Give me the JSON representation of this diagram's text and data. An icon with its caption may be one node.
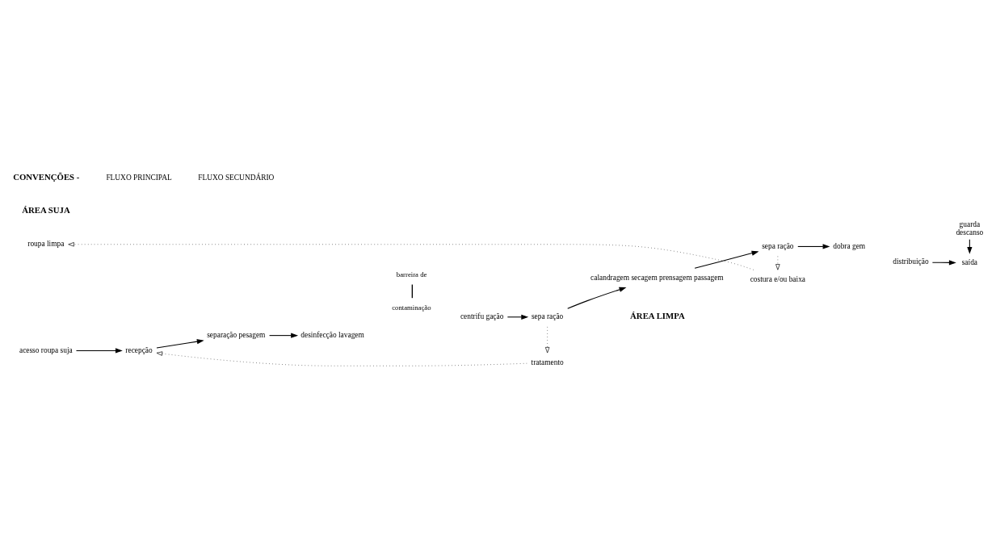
{
  "diagram": {
    "nodes": [
      {
        "text": [
          "roupa limpa"
        ]
      },
      {
        "text": [
          "acesso roupa suja"
        ]
      },
      {
        "text": [
          "recepção"
        ]
      },
      {
        "text": [
          "separação pesagem"
        ]
      },
      {
        "text": [
          "desinfecção lavagem"
        ]
      },
      {
        "text": [
          "centrifu gação"
        ]
      },
      {
        "text": [
          "sepa ração"
        ]
      },
      {
        "text": [
          "calandragem secagem prensagem passagem"
        ]
      },
      {
        "text": [
          "sepa ração"
        ]
      },
      {
        "text": [
          "dobra gem"
        ]
      },
      {
        "text": [
          "tratamento"
        ]
      },
      {
        "text": [
          "costura e/ou baixa"
        ]
      },
      {
        "text": [
          "distribuição"
        ]
      },
      {
        "text": [
          "saída"
        ]
      },
      {
        "text": [
          "guarda",
          "descanso"
        ]
      }
    ],
    "edges": [
      {
        "from": 1,
        "to": 2,
        "arrow": "to"
      },
      {
        "from": 2,
        "to": 3,
        "arrow": "to"
      },
      {
        "from": 3,
        "to": 4,
        "arrow": "to"
      },
      {
        "from": 5,
        "to": 6,
        "arrow": "to"
      },
      {
        "from": 6,
        "to": 7,
        "arrow": "to"
      },
      {
        "from": 7,
        "to": 8,
        "arrow": "to"
      },
      {
        "from": 8,
        "to": 9,
        "arrow": "to"
      },
      {
        "from": 12,
        "to": 13,
        "arrow": "to"
      },
      {
        "from": 14,
        "to": 13,
        "arrow": "to"
      },
      {
        "from": 6,
        "to": 10,
        "arrow": "to",
        "style": "dashed"
      },
      {
        "from": 10,
        "to": 2,
        "arrow": "to",
        "style": "dashed"
      },
      {
        "from": 8,
        "to": 11,
        "arrow": "to",
        "style": "dashed"
      },
      {
        "from": 11,
        "to": 0,
        "arrow": "to",
        "style": "dashed"
      }
    ],
    "labels": [
      "ÁREA SUJA",
      "ÁREA LIMPA",
      "barreira de",
      "contaminação",
      "CONVENÇÕES -"
    ],
    "legend": [
      {
        "text": "FLUXO PRINCIPAL"
      },
      {
        "text": "FLUXO SECUNDÁRIO"
      }
    ]
  }
}
